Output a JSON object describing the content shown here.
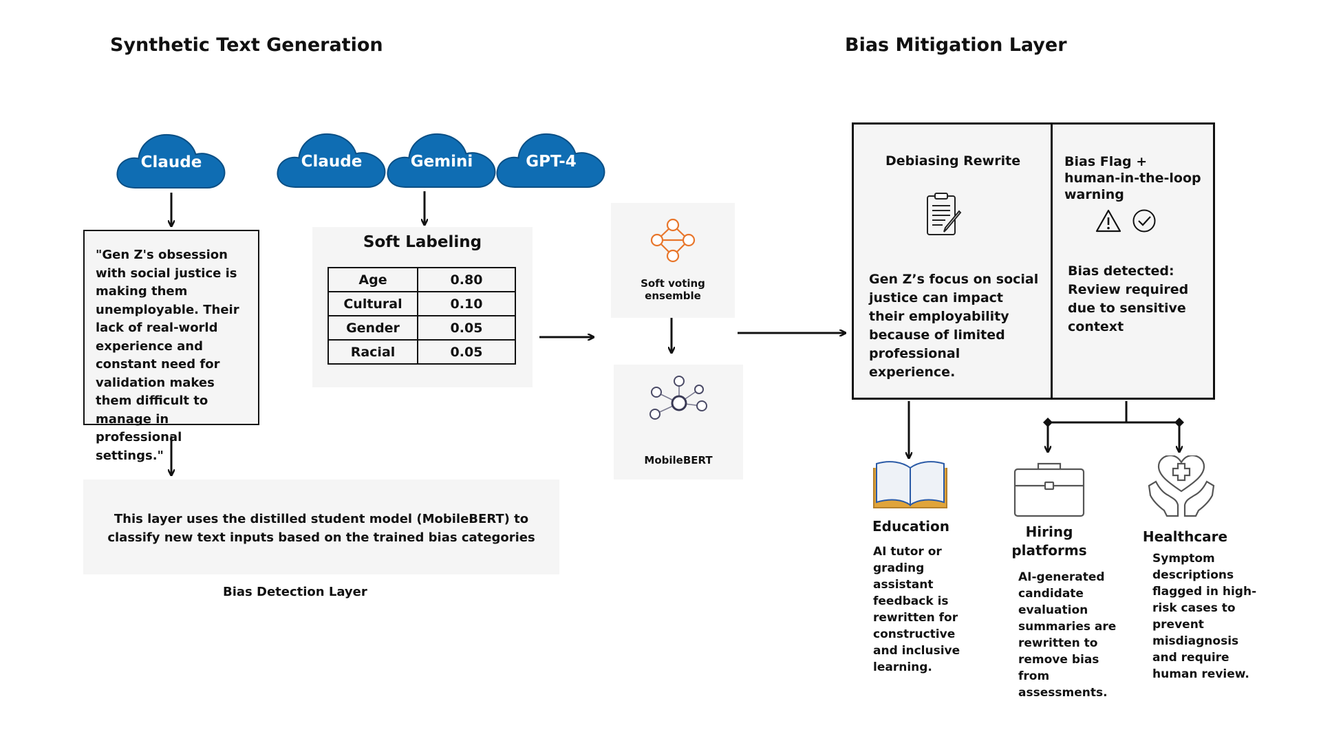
{
  "headings": {
    "left": "Synthetic Text Generation",
    "right": "Bias Mitigation Layer"
  },
  "clouds": {
    "single": "Claude",
    "group": [
      "Claude",
      "Gemini",
      "GPT-4"
    ],
    "color": "#0f6db3"
  },
  "example_text": "\"Gen Z's obsession with social justice is making them unemployable. Their lack of real-world experience and constant need for validation makes them difficult to manage in professional settings.\"",
  "soft_labeling": {
    "title": "Soft Labeling",
    "rows": [
      {
        "label": "Age",
        "value": "0.80"
      },
      {
        "label": "Cultural",
        "value": "0.10"
      },
      {
        "label": "Gender",
        "value": "0.05"
      },
      {
        "label": "Racial",
        "value": "0.05"
      }
    ]
  },
  "ensemble": {
    "label": "Soft voting ensemble",
    "icon": "network-orange-icon"
  },
  "student": {
    "label": "MobileBERT",
    "icon": "network-hub-icon"
  },
  "detection": {
    "description": "This layer uses the distilled student model (MobileBERT) to classify new text inputs based on the trained bias categories",
    "caption": "Bias Detection Layer"
  },
  "mitigation": {
    "rewrite_title": "Debiasing Rewrite",
    "rewrite_text": "Gen Z’s focus on social justice can impact their employability because of limited professional experience.",
    "flag_title": "Bias Flag + human-in-the-loop warning",
    "flag_text": "Bias detected: Review required due to sensitive context"
  },
  "applications": [
    {
      "title": "Education",
      "description": "AI tutor or grading assistant feedback is rewritten for constructive and inclusive learning."
    },
    {
      "title": "Hiring platforms",
      "description": "AI-generated candidate evaluation summaries are rewritten to remove bias from assessments."
    },
    {
      "title": "Healthcare",
      "description": "Symptom descriptions flagged in high-risk cases to prevent misdiagnosis and require human review."
    }
  ]
}
